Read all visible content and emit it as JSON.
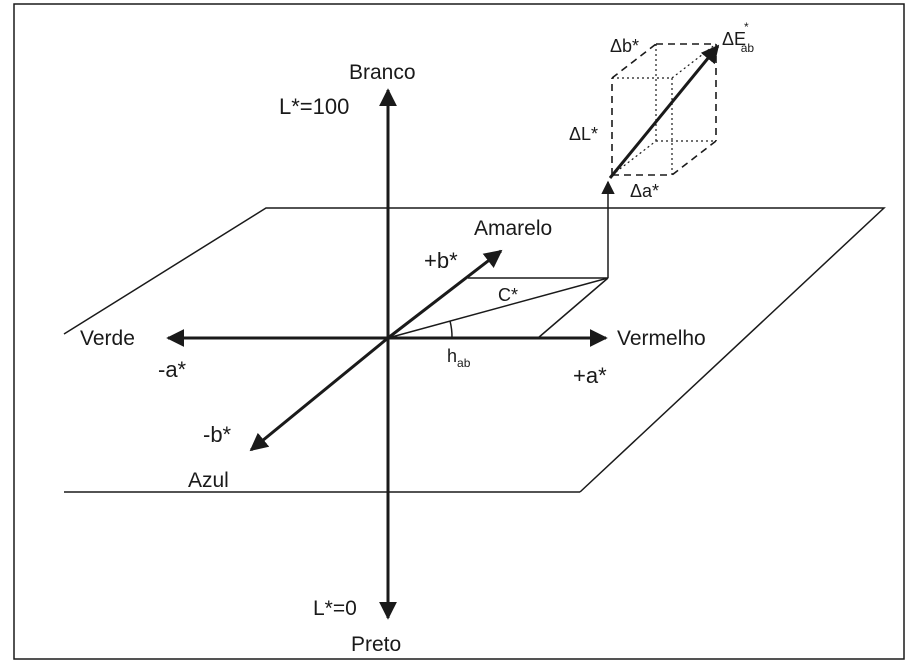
{
  "colors": {
    "stroke": "#1a1a1a",
    "background": "#ffffff"
  },
  "labels": {
    "branco": "Branco",
    "l100": "L*=100",
    "l0": "L*=0",
    "preto": "Preto",
    "verde": "Verde",
    "neg_a": "-a*",
    "vermelho": "Vermelho",
    "pos_a": "+a*",
    "amarelo": "Amarelo",
    "pos_b": "+b*",
    "neg_b": "-b*",
    "azul": "Azul",
    "chroma": "C*",
    "hue_main": "h",
    "hue_sub": "ab",
    "delta_b": "Δb*",
    "delta_e_main": "ΔE",
    "delta_e_sup": "*",
    "delta_e_sub": "ab",
    "delta_l": "ΔL*",
    "delta_a": "Δa*"
  }
}
